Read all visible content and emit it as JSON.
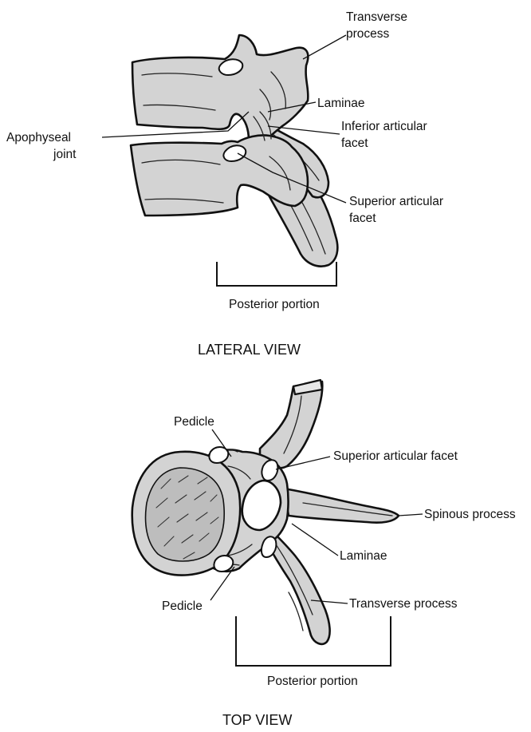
{
  "lateral_view": {
    "title": "LATERAL VIEW",
    "labels": {
      "transverse_process": [
        "Transverse",
        "process"
      ],
      "laminae": "Laminae",
      "apophyseal_joint": [
        "Apophyseal",
        "joint"
      ],
      "inferior_articular_facet": [
        "Inferior articular",
        "facet"
      ],
      "superior_articular_facet": [
        "Superior articular",
        "facet"
      ],
      "posterior_portion": "Posterior portion"
    }
  },
  "top_view": {
    "title": "TOP VIEW",
    "labels": {
      "pedicle_upper": "Pedicle",
      "superior_articular_facet": "Superior articular facet",
      "spinous_process": "Spinous process",
      "laminae": "Laminae",
      "pedicle_lower": "Pedicle",
      "transverse_process": "Transverse process",
      "posterior_portion": "Posterior portion"
    }
  }
}
